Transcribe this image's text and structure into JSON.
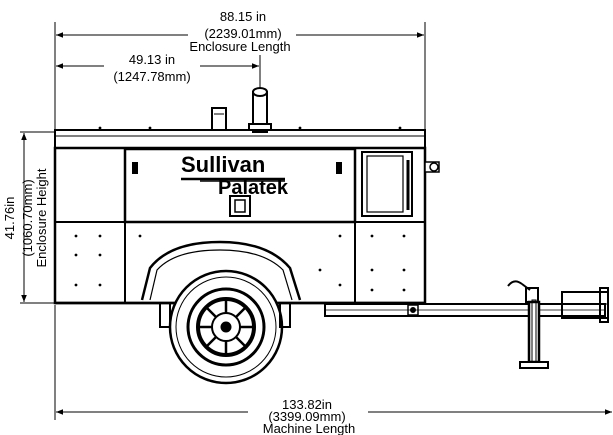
{
  "dimensions": {
    "enclosure_length": {
      "value": "88.15 in",
      "metric": "(2239.01mm)",
      "label": "Enclosure Length"
    },
    "offset_length": {
      "value": "49.13 in",
      "metric": "(1247.78mm)"
    },
    "enclosure_height": {
      "value": "41.76in",
      "metric": "(1060.70mm)",
      "label": "Enclosure Height"
    },
    "machine_length": {
      "value": "133.82in",
      "metric": "(3399.09mm)",
      "label": "Machine Length"
    }
  },
  "brand": {
    "line1": "Sullivan",
    "line2": "Palatek"
  },
  "colors": {
    "line": "#000000",
    "background": "#ffffff"
  }
}
